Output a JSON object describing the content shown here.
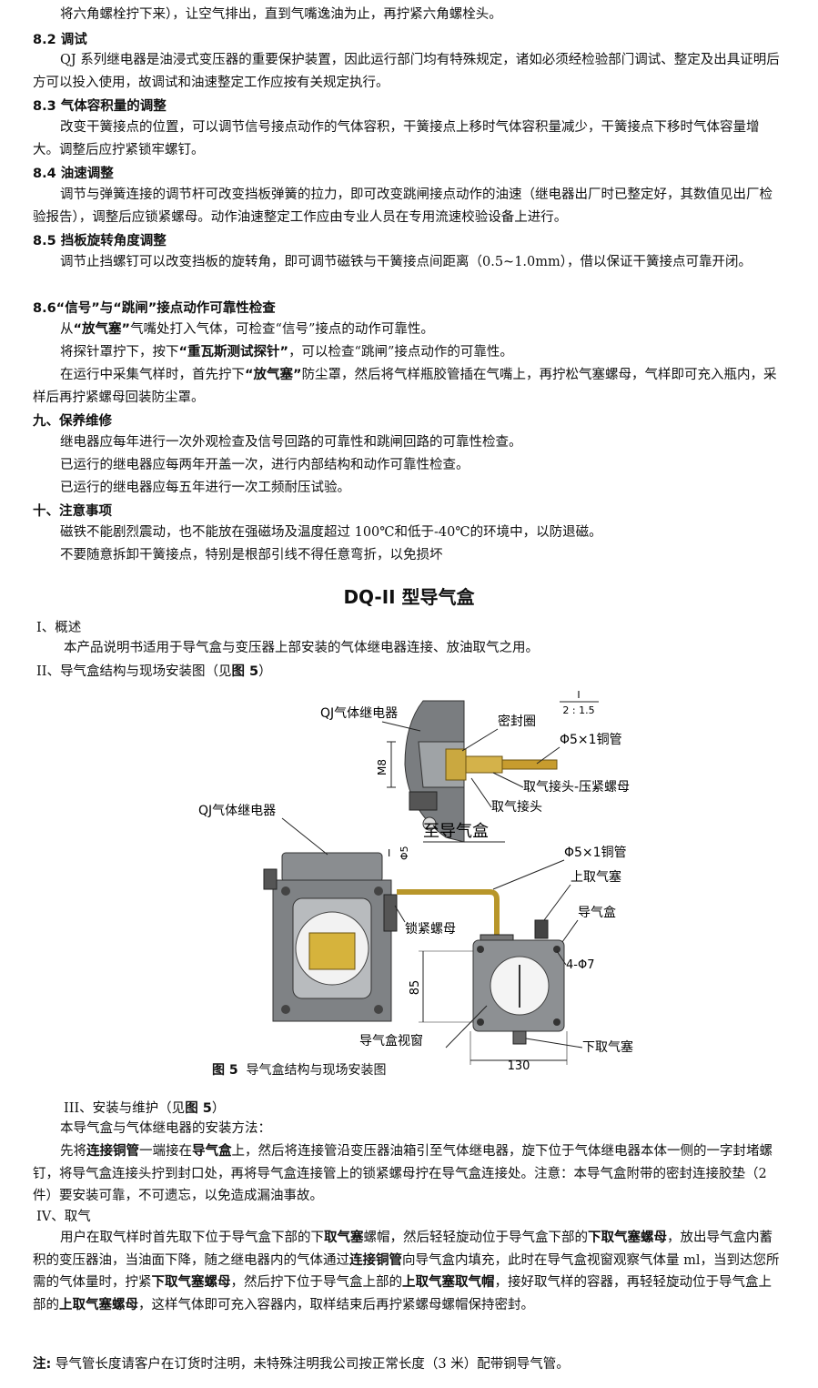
{
  "s82_cont": "将六角螺栓拧下来），让空气排出，直到气嘴逸油为止，再拧紧六角螺栓头。",
  "h82": "8.2 调试",
  "p82": "QJ 系列继电器是油浸式变压器的重要保护装置，因此运行部门均有特殊规定，诸如必须经检验部门调试、整定及出具证明后方可以投入使用，故调试和油速整定工作应按有关规定执行。",
  "h83": "8.3 气体容积量的调整",
  "p83": "改变干簧接点的位置，可以调节信号接点动作的气体容积，干簧接点上移时气体容积量减少，干簧接点下移时气体容量增大。调整后应拧紧锁牢螺钉。",
  "h84": "8.4 油速调整",
  "p84": "调节与弹簧连接的调节杆可改变挡板弹簧的拉力，即可改变跳闸接点动作的油速（继电器出厂时已整定好，其数值见出厂检验报告），调整后应锁紧螺母。动作油速整定工作应由专业人员在专用流速校验设备上进行。",
  "h85": "8.5 挡板旋转角度调整",
  "p85": "调节止挡螺钉可以改变挡板的旋转角，即可调节磁铁与干簧接点间距离（0.5~1.0mm），借以保证干簧接点可靠开闭。",
  "h86": "8.6“信号”与“跳闸”接点动作可靠性检查",
  "p86a_pre": "从",
  "p86a_b": "“放气塞”",
  "p86a_post": "气嘴处打入气体，可检查“信号”接点的动作可靠性。",
  "p86b_pre": "将探针罩拧下，按下",
  "p86b_b": "“重瓦斯测试探针”",
  "p86b_post": "，可以检查“跳闸”接点动作的可靠性。",
  "p86c_pre": "在运行中采集气样时，首先拧下",
  "p86c_b": "“放气塞”",
  "p86c_post": "防尘罩，然后将气样瓶胶管插在气嘴上，再拧松气塞螺母，气样即可充入瓶内，采样后再拧紧螺母回装防尘罩。",
  "h9": "九、保养维修",
  "p9a": "继电器应每年进行一次外观检查及信号回路的可靠性和跳闸回路的可靠性检查。",
  "p9b": "已运行的继电器应每两年开盖一次，进行内部结构和动作可靠性检查。",
  "p9c": "已运行的继电器应每五年进行一次工频耐压试验。",
  "h10": "十、注意事项",
  "p10a": "磁铁不能剧烈震动，也不能放在强磁场及温度超过 100℃和低于-40℃的环境中，以防退磁。",
  "p10b": "不要随意拆卸干簧接点，特别是根部引线不得任意弯折，以免损坏",
  "title": "DQ-II 型导气盒",
  "hI": "I、概述",
  "pI": "本产品说明书适用于导气盒与变压器上部安装的气体继电器连接、放油取气之用。",
  "hII_pre": "II、导气盒结构与现场安装图（见",
  "hII_b": "图 5",
  "hII_post": "）",
  "figure": {
    "scale_top": "I",
    "scale_bottom": "2 : 1.5",
    "label_qj_top": "QJ气体继电器",
    "label_seal": "密封圈",
    "label_pipe_top": "Φ5×1铜管",
    "label_m8": "M8",
    "label_joint_nut": "取气接头-压紧螺母",
    "label_joint": "取气接头",
    "label_to_box": "至导气盒",
    "label_qj_left": "QJ气体继电器",
    "label_detail_i": "I",
    "label_phi5": "Φ5",
    "label_pipe_mid": "Φ5×1铜管",
    "label_upper_plug": "上取气塞",
    "label_box": "导气盒",
    "label_lock_nut": "锁紧螺母",
    "label_holes": "4-Φ7",
    "label_85": "85",
    "label_window": "导气盒视窗",
    "label_lower_plug": "下取气塞",
    "label_130": "130"
  },
  "caption_b": "图 5",
  "caption": "导气盒结构与现场安装图",
  "hIII_pre": "III、安装与维护（见",
  "hIII_b": "图 5",
  "hIII_post": "）",
  "pIII1": "本导气盒与气体继电器的安装方法：",
  "pIII2_a": "先将",
  "pIII2_b1": "连接铜管",
  "pIII2_c": "一端接在",
  "pIII2_b2": "导气盒",
  "pIII2_d": "上，然后将连接管沿变压器油箱引至气体继电器，旋下位于气体继电器本体一侧的一字封堵螺钉，将导气盒连接头拧到封口处，再将导气盒连接管上的锁紧螺母拧在导气盒连接处。注意：本导气盒附带的密封连接胶垫（2 件）要安装可靠，不可遗忘，以免造成漏油事故。",
  "hIV": "IV、取气",
  "pIV_a": "用户在取气样时首先取下位于导气盒下部的下",
  "pIV_b1": "取气塞",
  "pIV_c": "螺帽，然后轻轻旋动位于导气盒下部的",
  "pIV_b2": "下取气塞螺母",
  "pIV_d": "，放出导气盒内蓄积的变压器油，当油面下降，随之继电器内的气体通过",
  "pIV_b3": "连接铜管",
  "pIV_e": "向导气盒内填充，此时在导气盒视窗观察气体量 ml，当到达您所需的气体量时，拧紧",
  "pIV_b4": "下取气塞螺母",
  "pIV_f": "，然后拧下位于导气盒上部的",
  "pIV_b5": "上取气塞取气帽",
  "pIV_g": "，接好取气样的容器，再轻轻旋动位于导气盒上部的",
  "pIV_b6": "上取气塞螺母",
  "pIV_h": "，这样气体即可充入容器内，取样结束后再拧紧螺母螺帽保持密封。",
  "note_b": "注:",
  "note": "导气管长度请客户在订货时注明，未特殊注明我公司按正常长度（3 米）配带铜导气管。"
}
